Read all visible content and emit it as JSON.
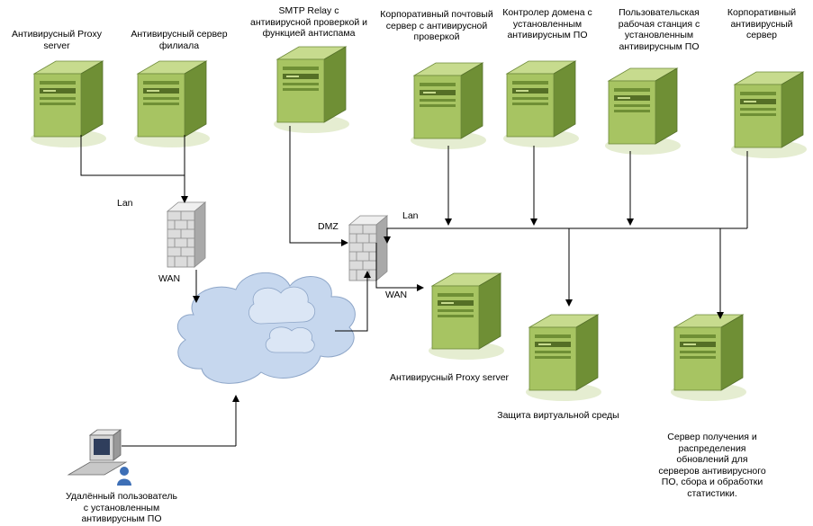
{
  "top_servers": {
    "proxy_server": "Антивирусный Proxy server",
    "branch_server": "Антивирусный сервер филиала",
    "smtp_relay": "SMTP Relay с антивирусной проверкой и функцией антиспама",
    "mail_server": "Корпоративный почтовый сервер с антивирусной проверкой",
    "domain_controller": "Контролер домена с установленным антивирусным ПО",
    "workstation": "Пользовательская рабочая станция с установленным антивирусным ПО",
    "corp_av_server": "Корпоративный антивирусный сервер"
  },
  "network_labels": {
    "lan_left": "Lan",
    "wan_left": "WAN",
    "dmz": "DMZ",
    "lan_right": "Lan",
    "wan_right": "WAN"
  },
  "bottom_nodes": {
    "dmz_proxy": "Антивирусный Proxy server",
    "virtual_env": "Защита виртуальной среды",
    "update_server": "Сервер получения и распределения обновлений для серверов антивирусного ПО, сбора и обработки статистики.",
    "remote_user": "Удалённый пользователь с установленным антивирусным ПО"
  },
  "colors": {
    "server_light": "#b9cf7e",
    "server_mid": "#8fae4f",
    "server_dark": "#5d7b2c",
    "cloud": "#c9d9ee",
    "firewall": "#d8d8d8",
    "shadow": "#d9e7b8"
  }
}
